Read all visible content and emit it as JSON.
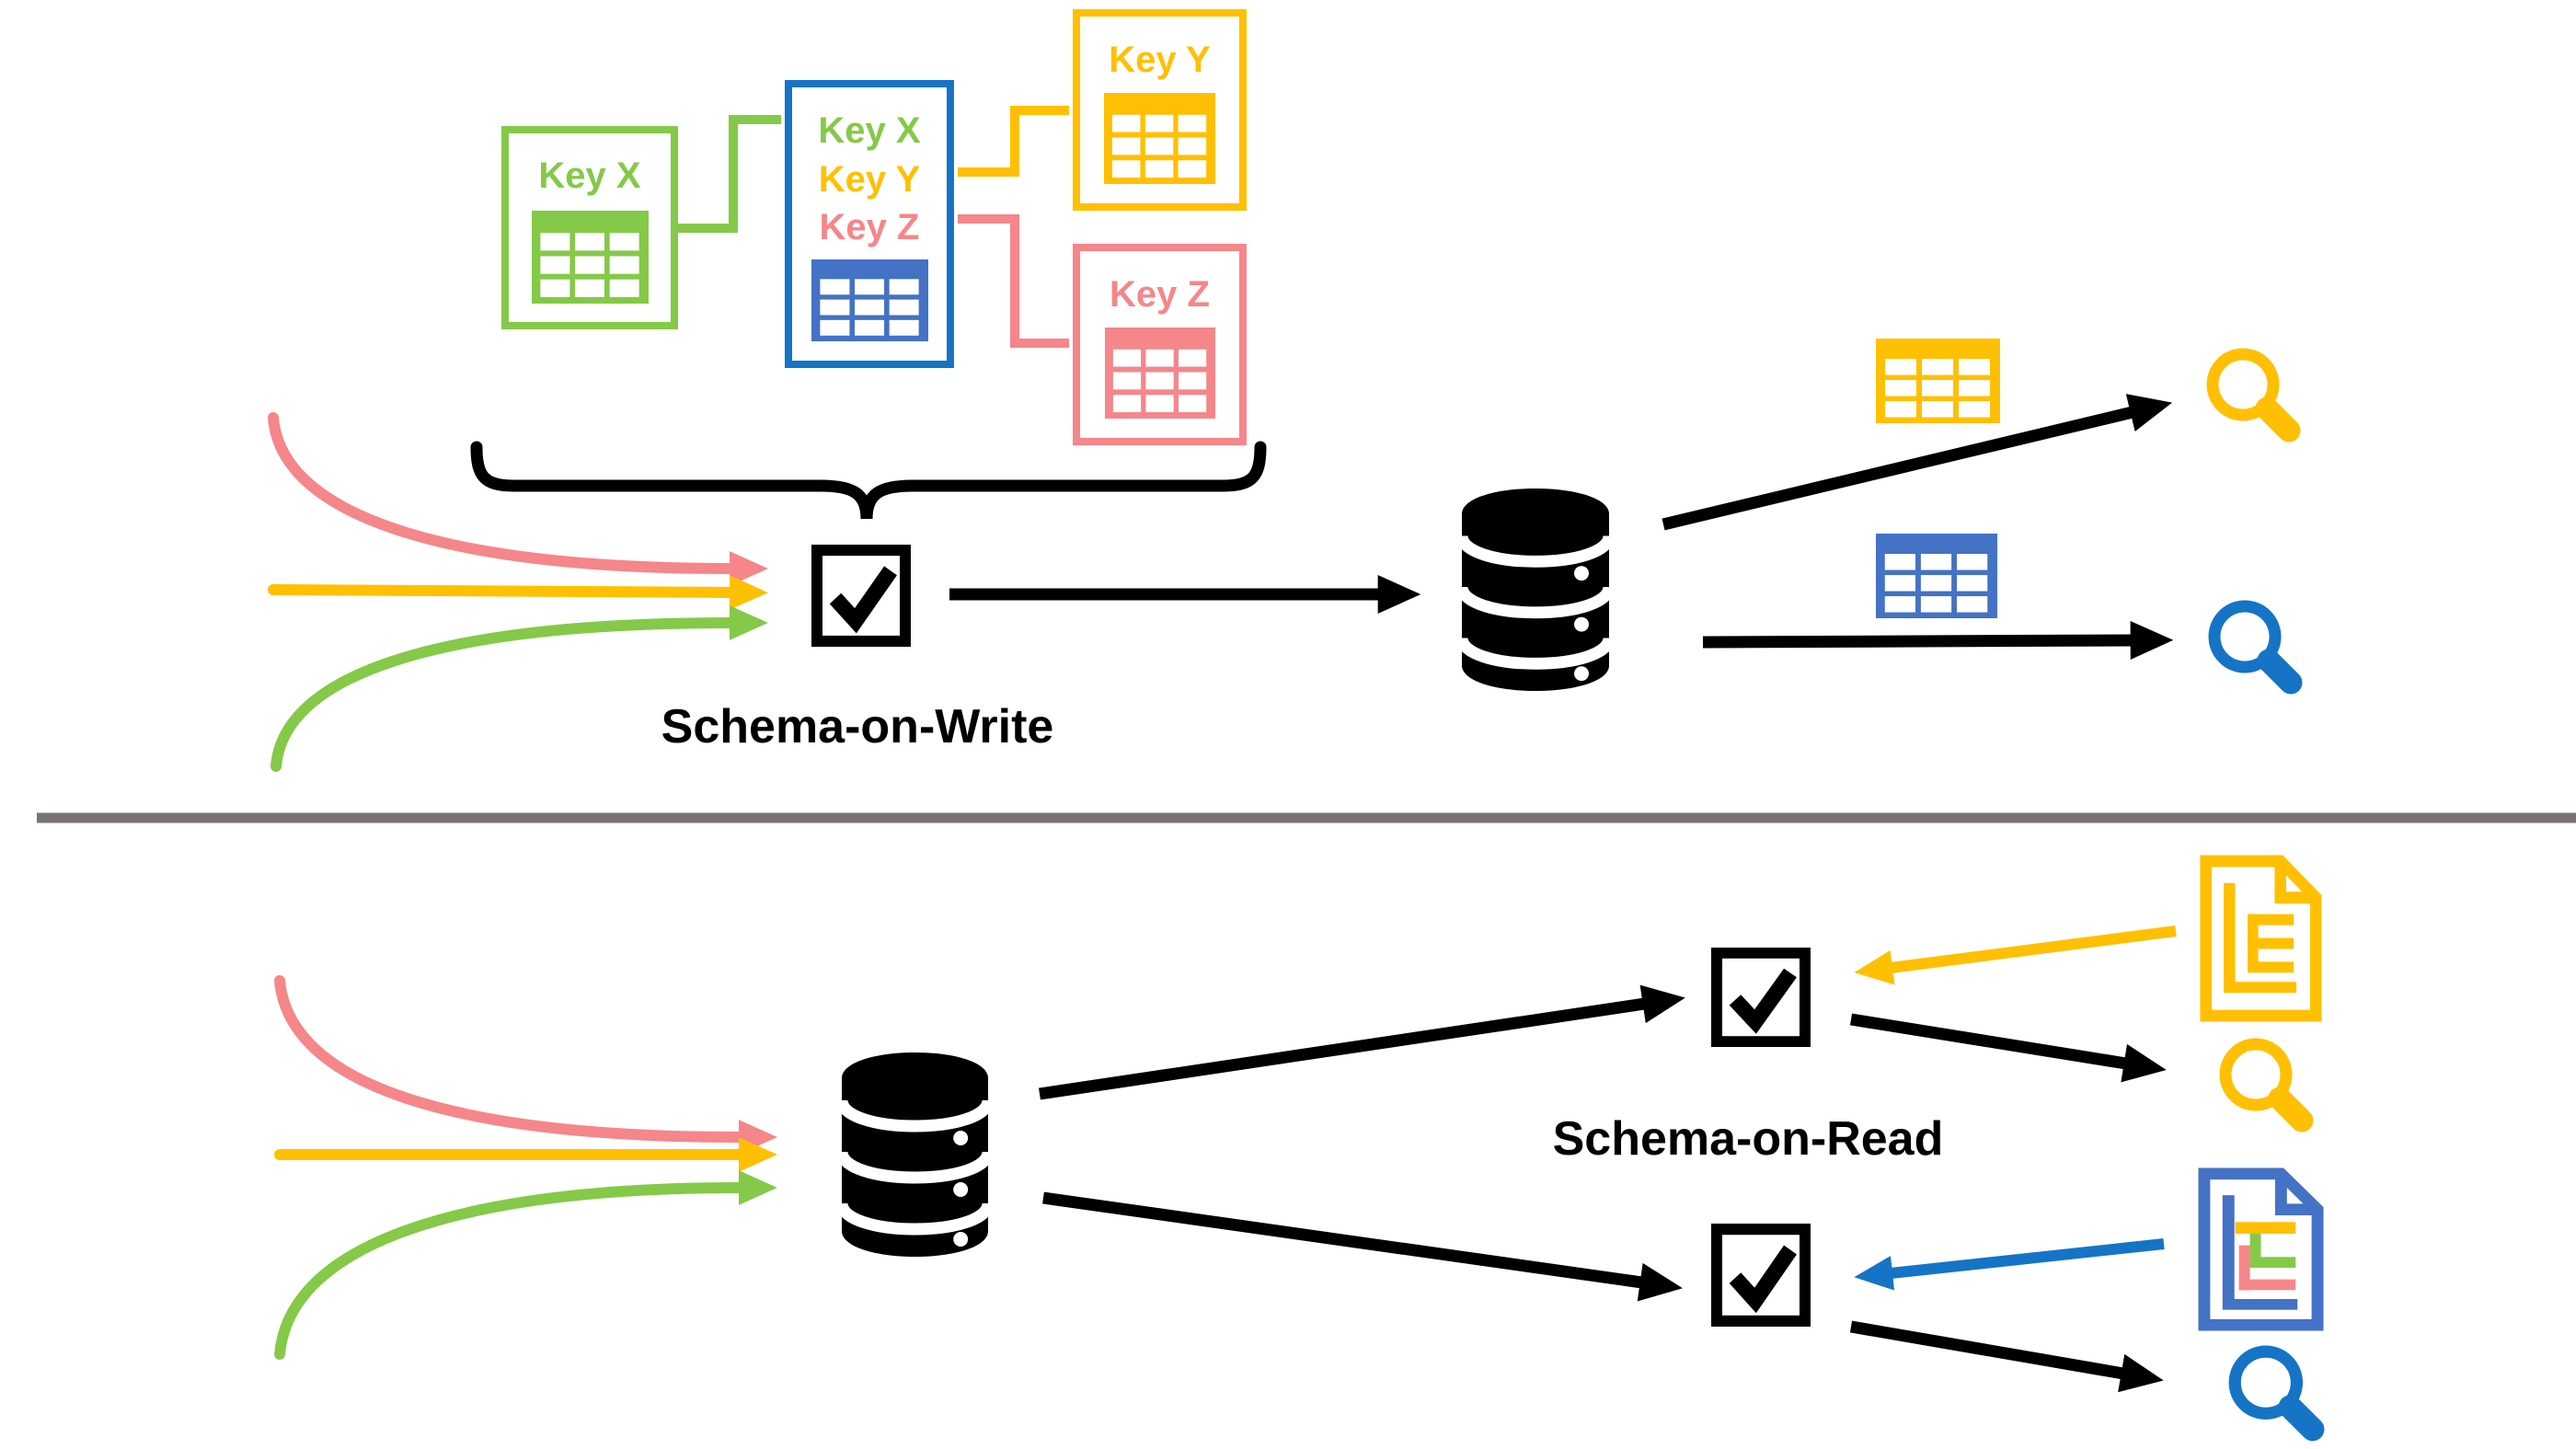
{
  "diagram": {
    "top_section": {
      "label": "Schema-on-Write",
      "source_tables": {
        "green": {
          "title": "Key X"
        },
        "merged": {
          "keys": [
            "Key X",
            "Key Y",
            "Key Z"
          ]
        },
        "yellow": {
          "title": "Key Y"
        },
        "red": {
          "title": "Key Z"
        }
      }
    },
    "bottom_section": {
      "label": "Schema-on-Read"
    }
  },
  "icons": {
    "database": "db-cylinder",
    "checkbox": "checkbox-with-checkmark",
    "table": "grid-3x3-table",
    "search": "magnifier",
    "document": "page-with-folded-corner"
  },
  "colors": {
    "green": "#85C948",
    "yellow": "#FFC003",
    "salmon": "#F5868A",
    "azure": "#1574C5",
    "slate": "#4472C4",
    "divider": "#7A7373",
    "black": "#000000"
  }
}
